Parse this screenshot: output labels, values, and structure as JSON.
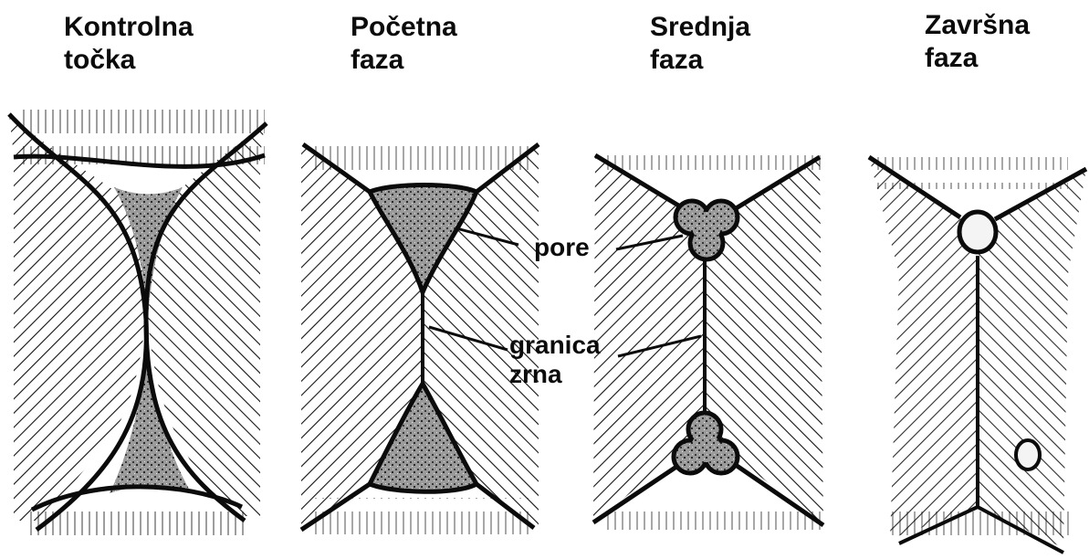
{
  "stages": [
    {
      "id": "control",
      "line1": "Kontrolna",
      "line2": "točka"
    },
    {
      "id": "initial",
      "line1": "Početna",
      "line2": "faza"
    },
    {
      "id": "middle",
      "line1": "Srednja",
      "line2": "faza"
    },
    {
      "id": "final",
      "line1": "Završna",
      "line2": "faza"
    }
  ],
  "labels": {
    "pores": "pore",
    "grain_boundary_line1": "granica",
    "grain_boundary_line2": "zrna"
  },
  "colors": {
    "ink": "#0b0b0b",
    "background": "#ffffff",
    "pore_fill": "#8a8a8a"
  }
}
